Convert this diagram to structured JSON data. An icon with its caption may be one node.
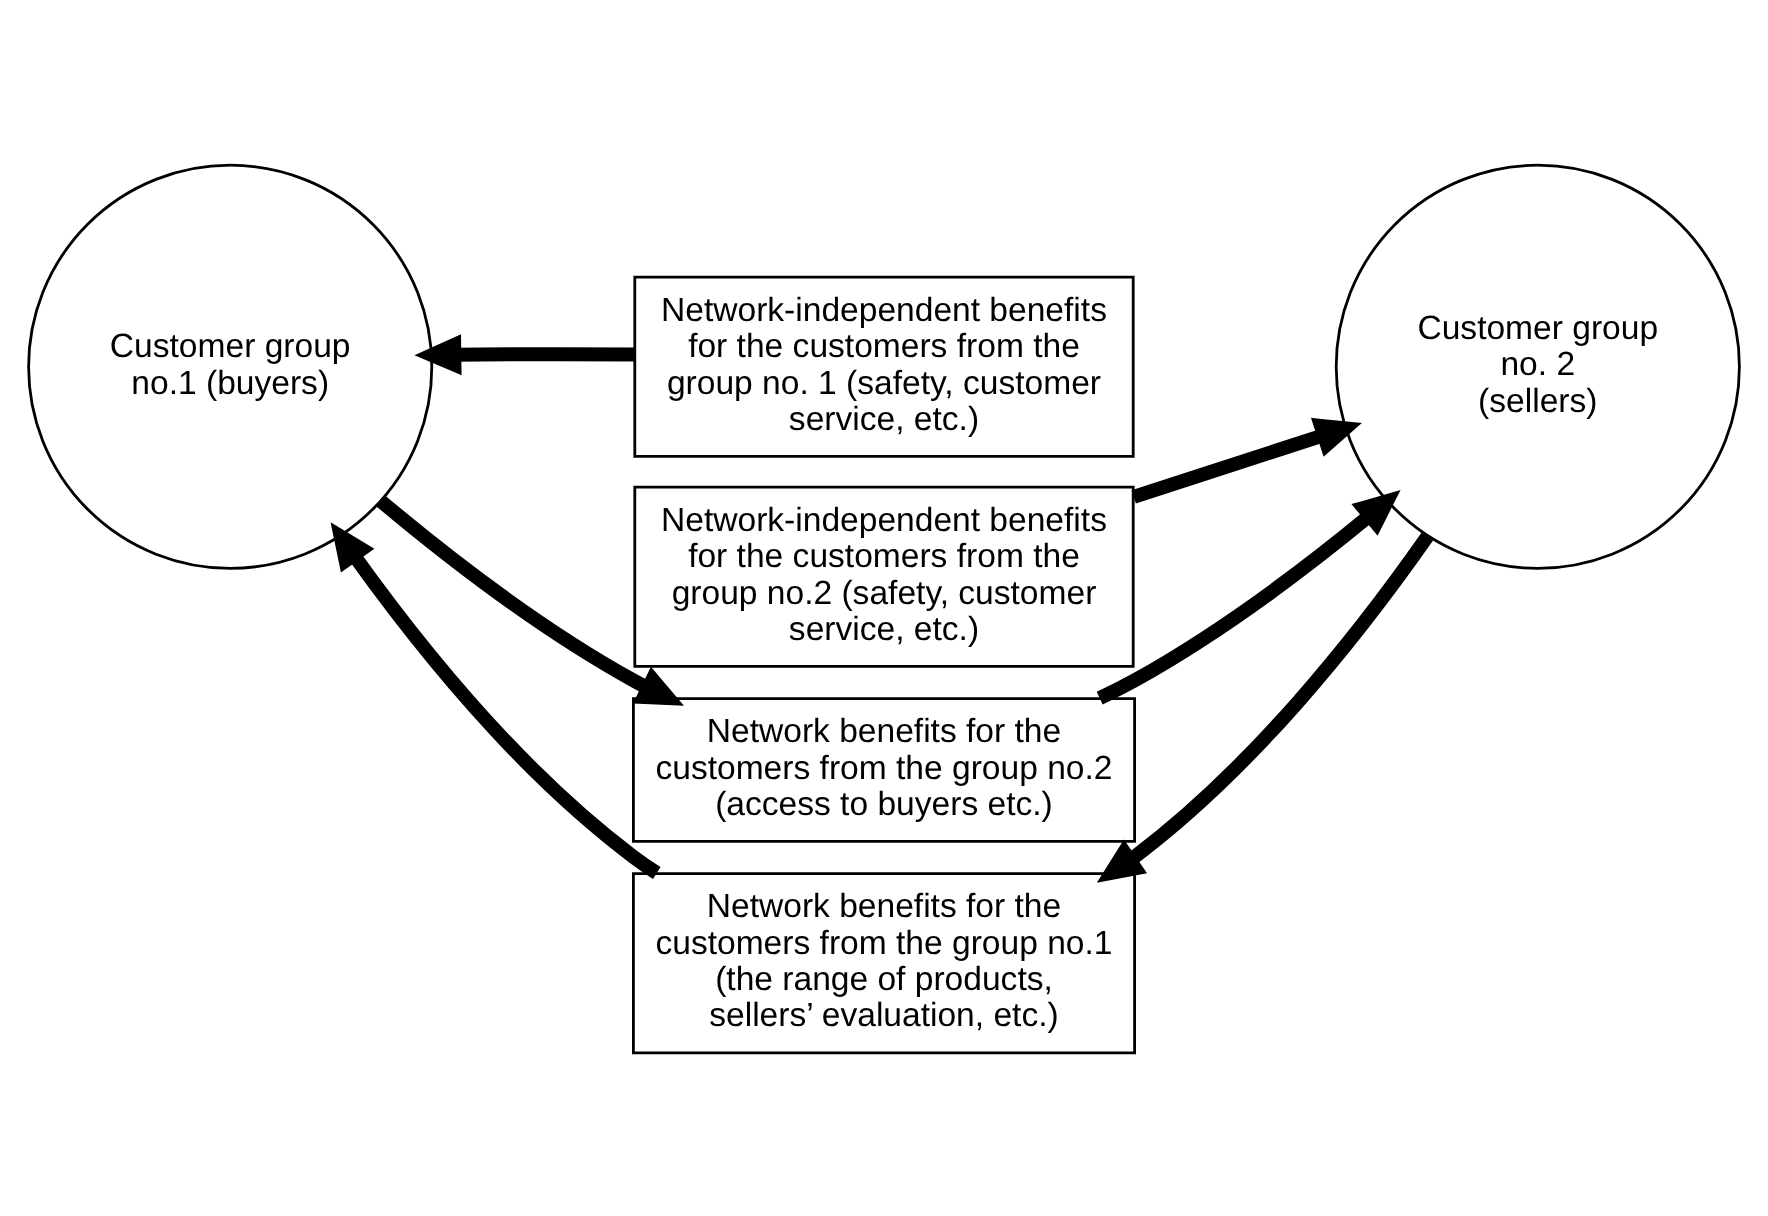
{
  "diagram": {
    "nodes": [
      {
        "text": [
          "Customer group no.1 (buyers)"
        ]
      },
      {
        "text": [
          "Network-independent benefits for the customers from the group no. 1 (safety, customer service, etc.)"
        ]
      },
      {
        "text": [
          "Network-independent benefits for the customers from the group no.2 (safety, customer service, etc.)"
        ]
      },
      {
        "text": [
          "Network benefits for the customers from the group no.2",
          "(access to buyers etc.)"
        ]
      },
      {
        "text": [
          "Network benefits for the customers from the group no.1",
          "(the range of products, sellers’ evaluation, etc.)"
        ]
      },
      {
        "text": [
          "Customer group no. 2 (sellers)"
        ]
      }
    ],
    "edges": [
      {
        "from": 1,
        "to": 0,
        "arrow": "to"
      },
      {
        "from": 2,
        "to": 5,
        "arrow": "to"
      },
      {
        "from": 0,
        "to": 3,
        "arrow": "to"
      },
      {
        "from": 3,
        "to": 5,
        "arrow": "to"
      },
      {
        "from": 5,
        "to": 4,
        "arrow": "to"
      },
      {
        "from": 4,
        "to": 0,
        "arrow": "to"
      }
    ]
  }
}
